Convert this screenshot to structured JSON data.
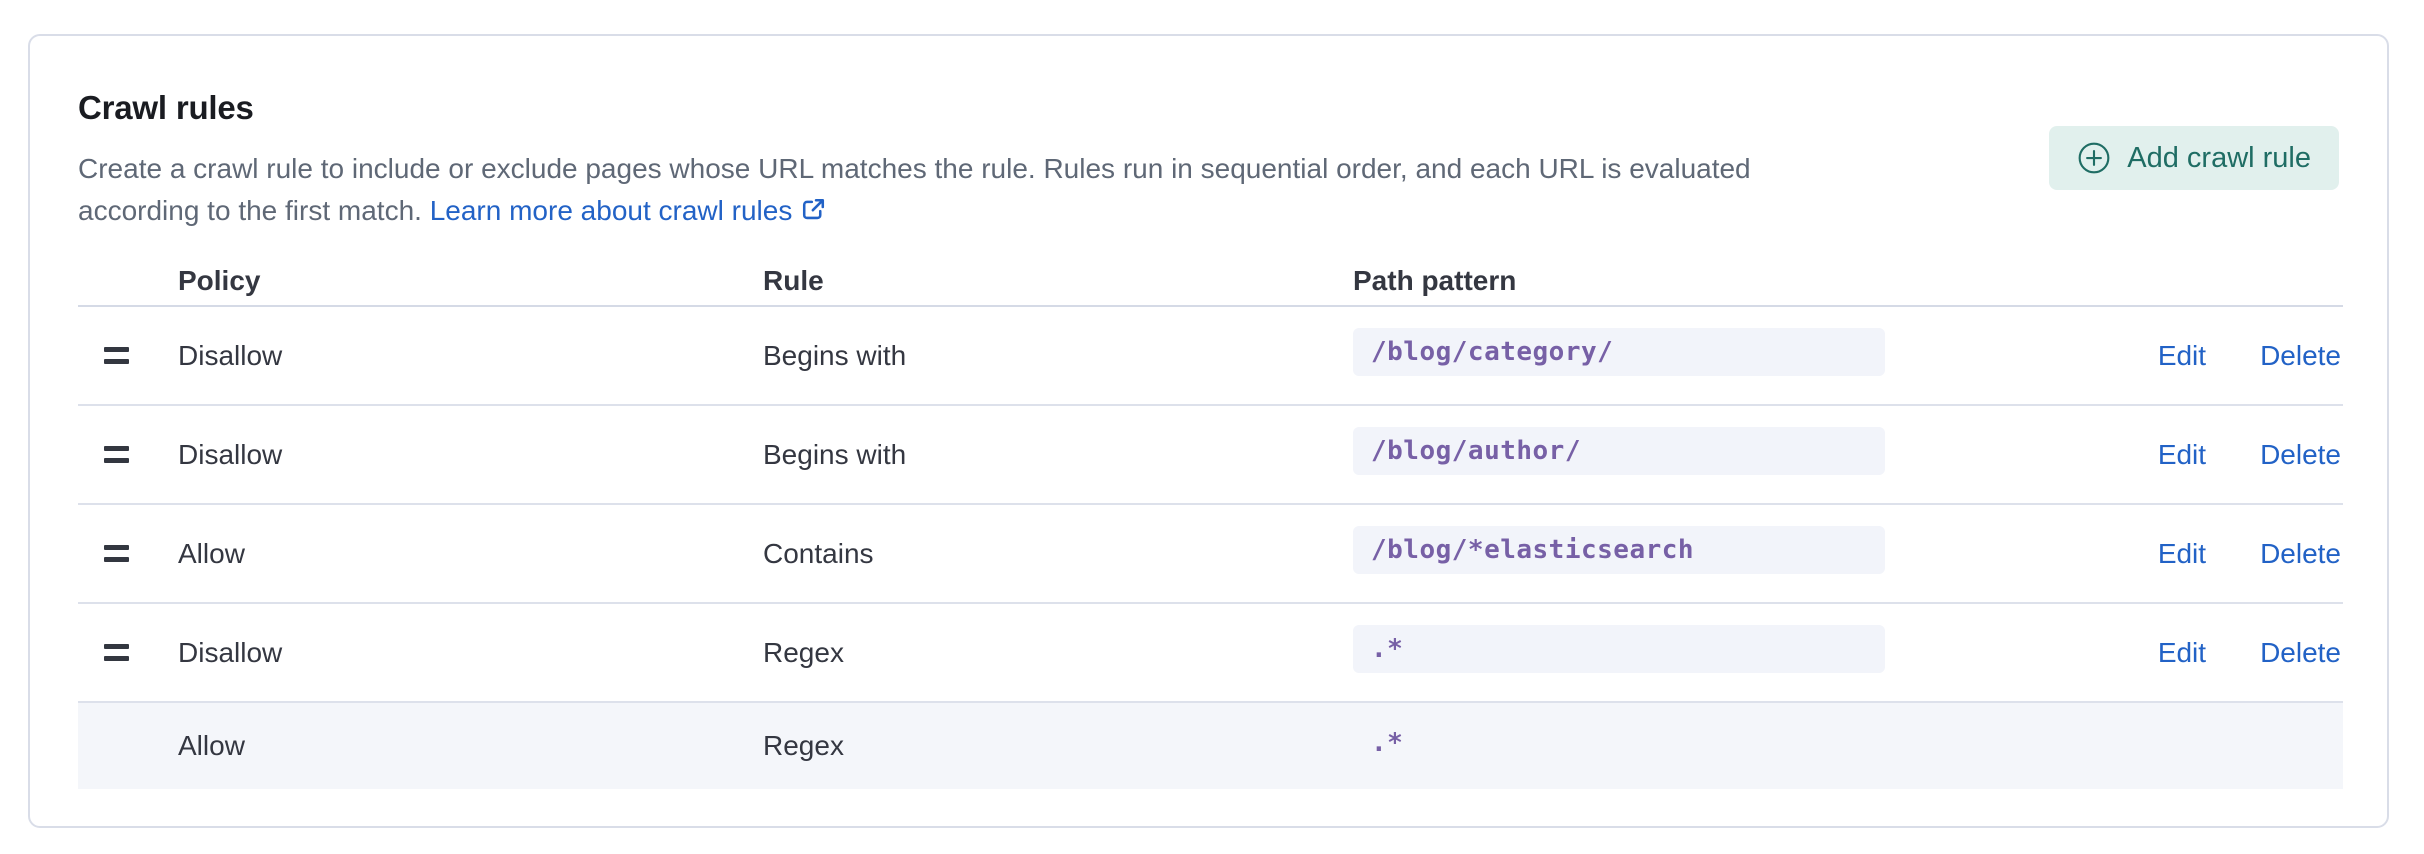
{
  "panel": {
    "title": "Crawl rules",
    "description": "Create a crawl rule to include or exclude pages whose URL matches the rule. Rules run in sequential order, and each URL is evaluated according to the first match.",
    "learn_more_link": "Learn more about crawl rules",
    "add_button": "Add crawl rule"
  },
  "table": {
    "headers": {
      "policy": "Policy",
      "rule": "Rule",
      "path_pattern": "Path pattern"
    },
    "action_labels": {
      "edit": "Edit",
      "delete": "Delete"
    },
    "rows": [
      {
        "policy": "Disallow",
        "rule": "Begins with",
        "path_pattern": "/blog/category/",
        "draggable": true,
        "has_actions": true
      },
      {
        "policy": "Disallow",
        "rule": "Begins with",
        "path_pattern": "/blog/author/",
        "draggable": true,
        "has_actions": true
      },
      {
        "policy": "Allow",
        "rule": "Contains",
        "path_pattern": "/blog/*elasticsearch",
        "draggable": true,
        "has_actions": true
      },
      {
        "policy": "Disallow",
        "rule": "Regex",
        "path_pattern": ".*",
        "draggable": true,
        "has_actions": true
      },
      {
        "policy": "Allow",
        "rule": "Regex",
        "path_pattern": ".*",
        "draggable": false,
        "has_actions": false
      }
    ]
  },
  "icons": {
    "plus_circle": "plus-circle-icon",
    "external_link": "external-link-icon",
    "grab_handle": "grab-handle-icon"
  },
  "colors": {
    "button_bg": "#E1F0ED",
    "button_text": "#1F6D64",
    "link_blue": "#2262C6",
    "code_purple": "#7760A6",
    "code_bg": "#F2F4FA",
    "card_border": "#D9DDE8",
    "row_divider": "#DDE1EB",
    "default_row_bg": "#F4F6FA",
    "title_text": "#1A1C21",
    "body_text": "#343741",
    "subdued_text": "#5F6876"
  }
}
